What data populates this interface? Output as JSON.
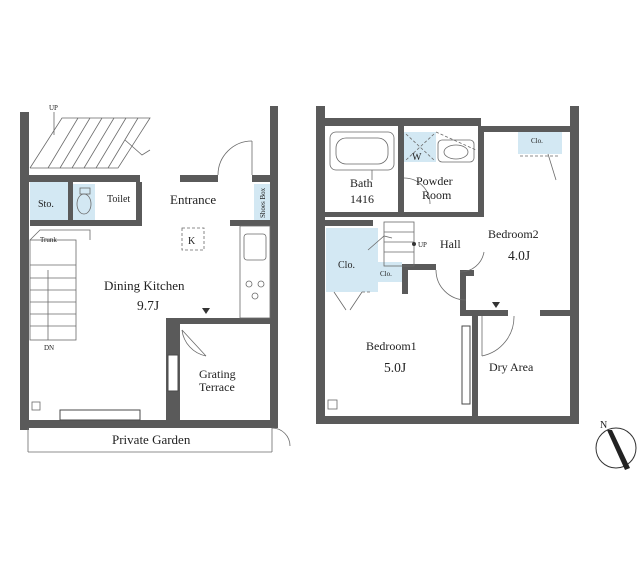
{
  "labels": {
    "up_top": "UP",
    "sto": "Sto.",
    "toilet": "Toilet",
    "entrance": "Entrance",
    "shoes_box": "Shoes Box",
    "k": "K",
    "trunk": "Trunk",
    "dining_kitchen": "Dining Kitchen",
    "dining_kitchen_area": "9.7J",
    "dn": "DN",
    "grating": "Grating",
    "terrace": "Terrace",
    "private_garden": "Private Garden",
    "bath": "Bath",
    "bath_size": "1416",
    "w": "W",
    "powder": "Powder",
    "room": "Room",
    "clo_bedroom2": "Clo.",
    "bedroom2": "Bedroom2",
    "bedroom2_area": "4.0J",
    "clo_left": "Clo.",
    "up_hall": "UP",
    "hall": "Hall",
    "clo_small": "Clo.",
    "bedroom1": "Bedroom1",
    "bedroom1_area": "5.0J",
    "dry_area": "Dry Area",
    "compass_n": "N"
  },
  "colors": {
    "wall": "#5a5a5a",
    "storage_fill": "#d3e8f3",
    "background": "#ffffff"
  }
}
